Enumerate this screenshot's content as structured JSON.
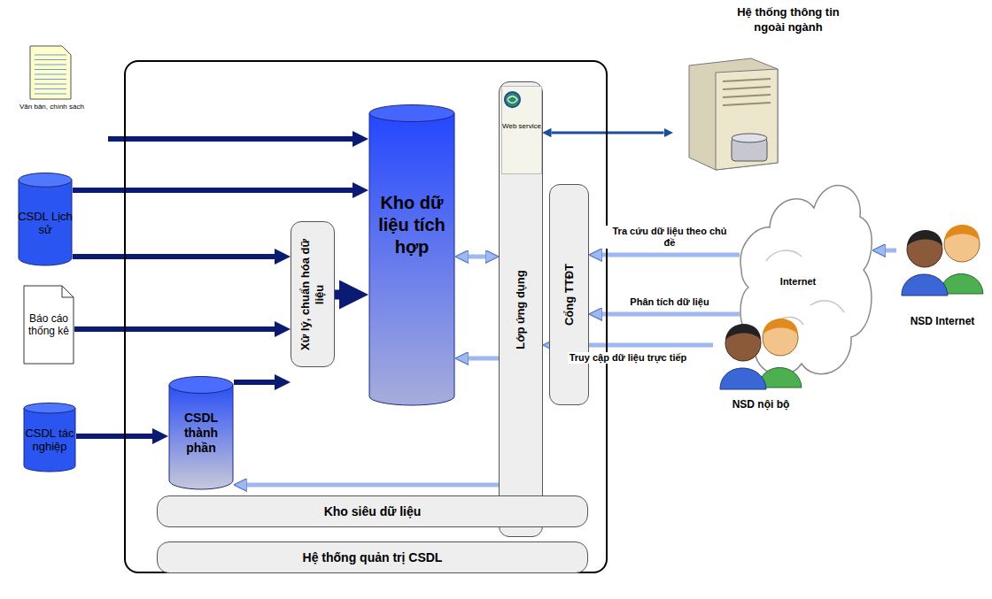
{
  "diagram": {
    "nodes": [
      {
        "text": [
          "Văn bản, chính sách"
        ]
      },
      {
        "text": [
          "CSDL Lịch sử"
        ]
      },
      {
        "text": [
          "Báo cáo thống kê"
        ]
      },
      {
        "text": [
          "CSDL tác nghiệp"
        ]
      },
      {
        "text": [
          "Kho dữ liệu tích hợp"
        ]
      },
      {
        "text": [
          "Xử lý, chuẩn hóa dữ liệu"
        ]
      },
      {
        "text": [
          "CSDL thành phần"
        ]
      },
      {
        "text": [
          "Lớp ứng dụng"
        ]
      },
      {
        "text": [
          "Web service"
        ],
        "in": 7
      },
      {
        "text": [
          "Cổng TTĐT"
        ]
      },
      {
        "text": [
          "Kho siêu dữ liệu"
        ]
      },
      {
        "text": [
          "Hệ thống quản trị CSDL"
        ]
      },
      {
        "text": [
          "Hệ thống thông tin ngoài ngành"
        ]
      },
      {
        "text": [
          "Internet"
        ]
      },
      {
        "text": [
          "NSD Internet"
        ]
      },
      {
        "text": [
          "NSD nội bộ"
        ]
      }
    ],
    "edges": [
      {
        "from": 0,
        "to": 4,
        "arrow": "to"
      },
      {
        "from": 1,
        "to": 4,
        "arrow": "to"
      },
      {
        "from": 1,
        "to": 5,
        "arrow": "to"
      },
      {
        "from": 2,
        "to": 5,
        "arrow": "to"
      },
      {
        "from": 6,
        "to": 5,
        "arrow": "to"
      },
      {
        "from": 5,
        "to": 4,
        "arrow": "to"
      },
      {
        "from": 3,
        "to": 6,
        "arrow": "to"
      },
      {
        "from": 4,
        "to": 7,
        "arrow": "both"
      },
      {
        "from": 7,
        "to": 4,
        "arrow": "to"
      },
      {
        "from": 8,
        "to": 12,
        "arrow": "both"
      },
      {
        "from": 13,
        "to": 9,
        "label": "Tra cứu dữ liệu theo chủ đề",
        "arrow": "to"
      },
      {
        "from": 13,
        "to": 9,
        "label": "Phân tích dữ liệu",
        "arrow": "to"
      },
      {
        "from": 14,
        "to": 13,
        "arrow": "to"
      },
      {
        "from": 15,
        "to": 7,
        "label": "Truy cập dữ liệu trực tiếp",
        "arrow": "to"
      },
      {
        "from": 7,
        "to": 6,
        "arrow": "to"
      }
    ]
  }
}
